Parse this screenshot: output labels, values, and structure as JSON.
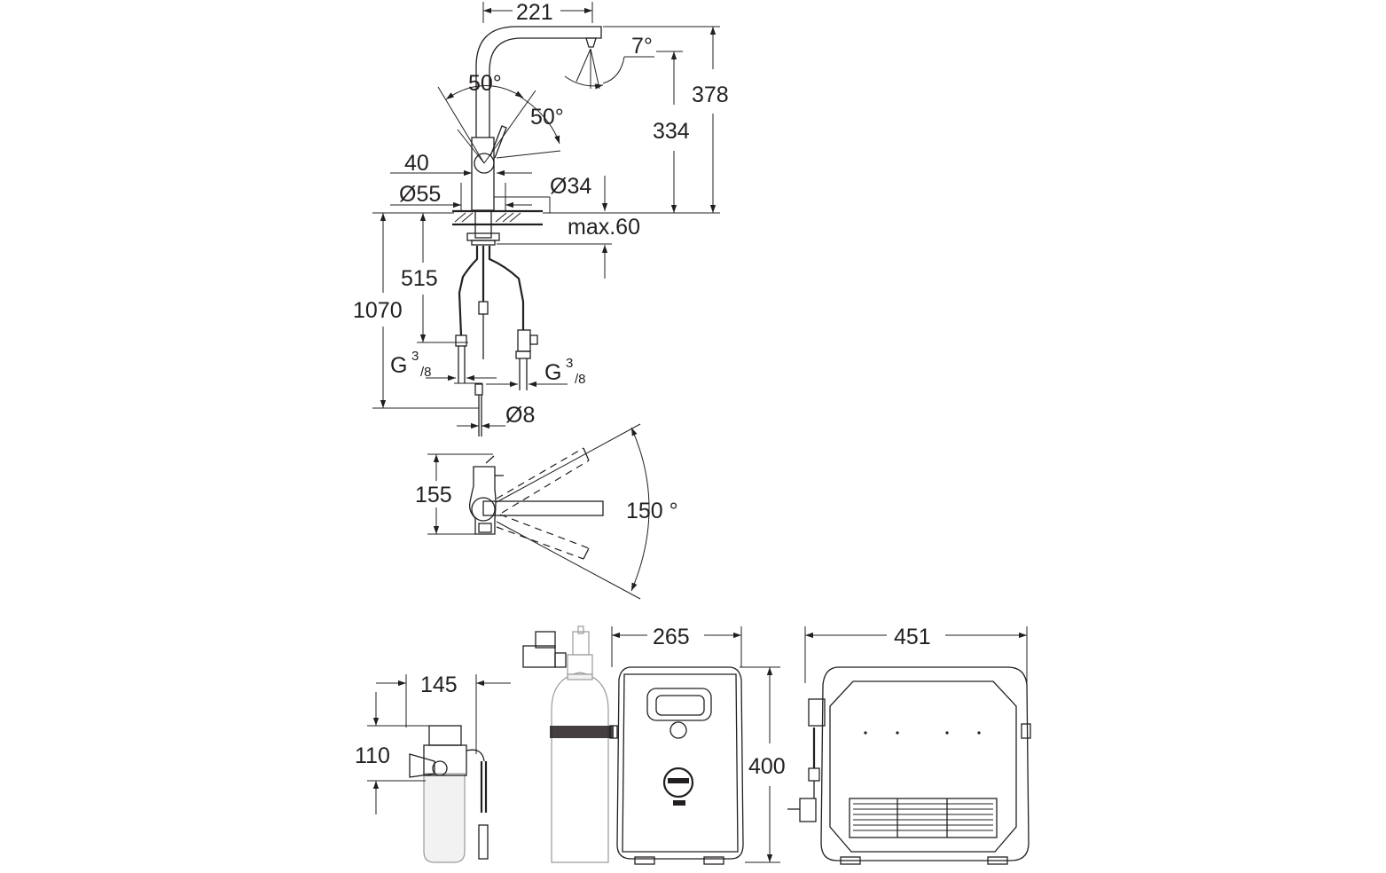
{
  "views": {
    "faucet_side": {
      "dims": {
        "spout_reach": "221",
        "spout_tilt": "7°",
        "total_height": "378",
        "outlet_height": "334",
        "lever_angle_left": "50°",
        "lever_angle_right": "50°",
        "lever_offset": "40",
        "base_diameter": "Ø55",
        "body_diameter": "Ø34",
        "max_deck_thickness": "max.60",
        "hose_length_short": "515",
        "hose_length_long": "1070",
        "thread_left_main": "G",
        "thread_left_sup": "3",
        "thread_left_sub": "/8",
        "thread_right_main": "G",
        "thread_right_sup": "3",
        "thread_right_sub": "/8",
        "pipe_diameter": "Ø8"
      }
    },
    "faucet_top": {
      "dims": {
        "depth": "155",
        "swivel_angle": "150 °"
      }
    },
    "filter_unit": {
      "dims": {
        "width": "145",
        "height": "110"
      }
    },
    "chiller_front": {
      "dims": {
        "depth": "265",
        "height": "400"
      }
    },
    "chiller_side": {
      "dims": {
        "width": "451"
      }
    }
  }
}
